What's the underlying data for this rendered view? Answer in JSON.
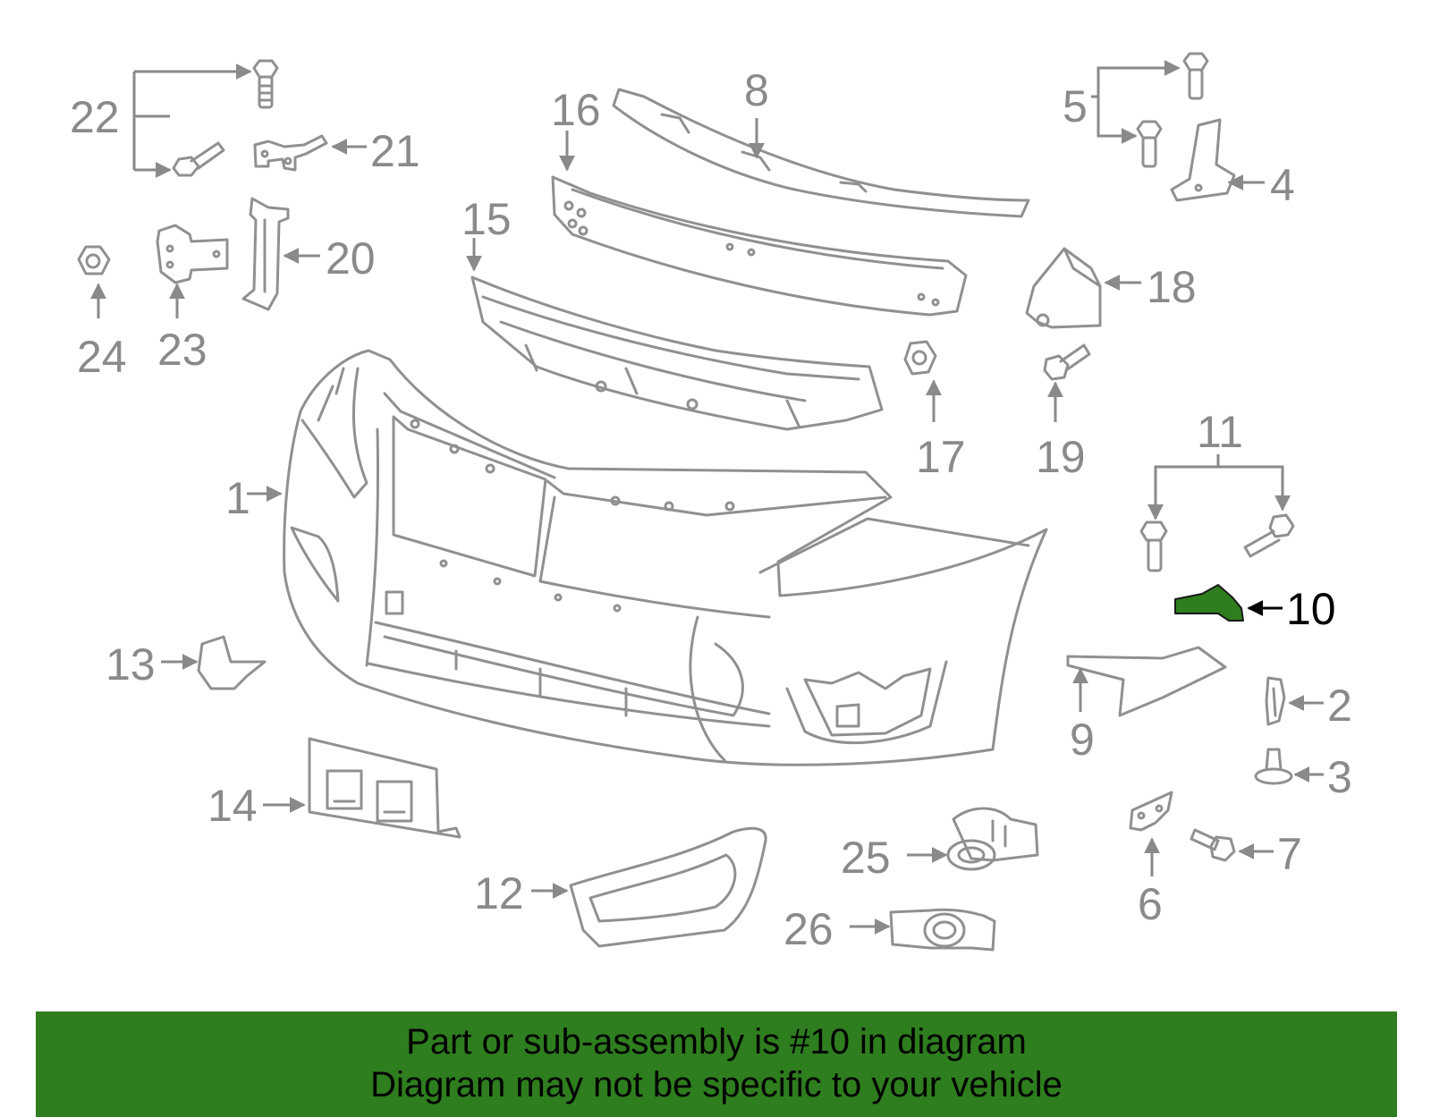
{
  "diagram": {
    "callouts": {
      "c1": "1",
      "c2": "2",
      "c3": "3",
      "c4": "4",
      "c5": "5",
      "c6": "6",
      "c7": "7",
      "c8": "8",
      "c9": "9",
      "c10": "10",
      "c11": "11",
      "c12": "12",
      "c13": "13",
      "c14": "14",
      "c15": "15",
      "c16": "16",
      "c17": "17",
      "c18": "18",
      "c19": "19",
      "c20": "20",
      "c21": "21",
      "c22": "22",
      "c23": "23",
      "c24": "24",
      "c25": "25",
      "c26": "26"
    },
    "highlighted_part": "10",
    "highlight_color": "#2e7d1e",
    "line_color": "#909090"
  },
  "banner": {
    "line1": "Part or sub-assembly is #10 in diagram",
    "line2": "Diagram may not be specific to your vehicle",
    "background": "#2e7d1e"
  }
}
